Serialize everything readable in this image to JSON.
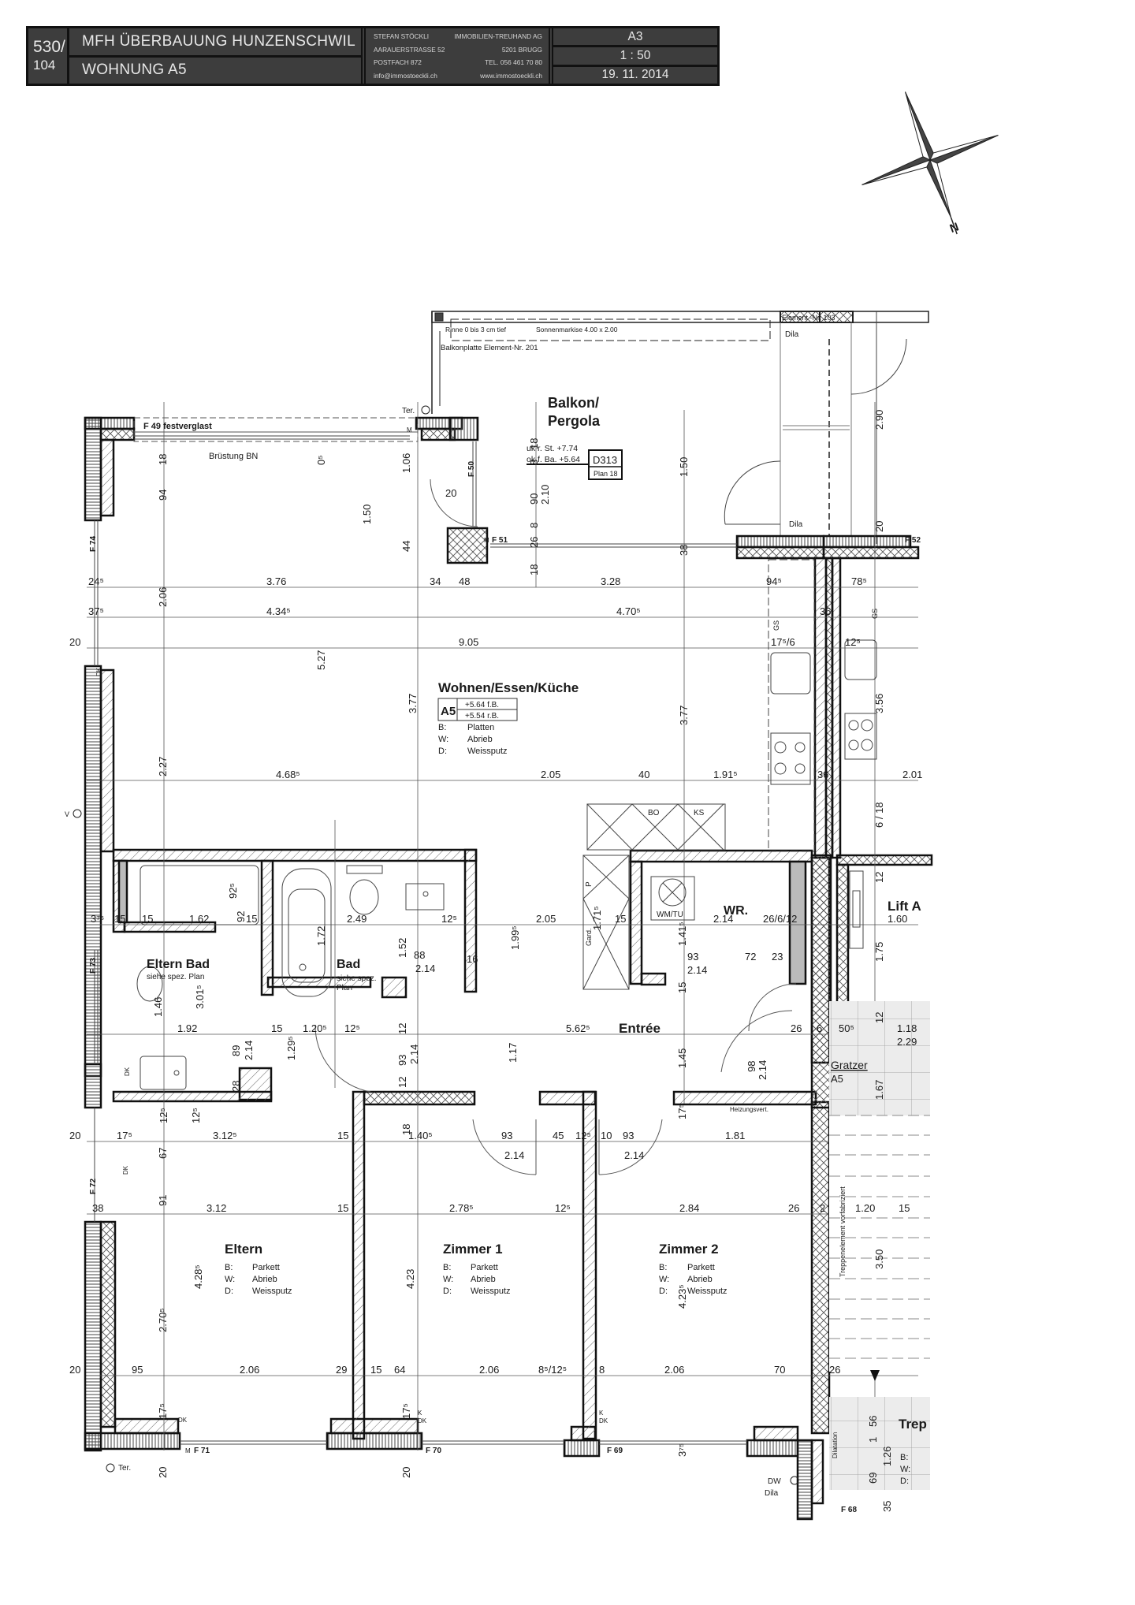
{
  "title_block": {
    "plan_number": "530/",
    "sheet_number": "104",
    "project": "MFH ÜBERBAUUNG HUNZENSCHWIL",
    "unit": "WOHNUNG  A5",
    "office": {
      "name": "STEFAN STÖCKLI",
      "company": "IMMOBILIEN-TREUHAND AG",
      "street": "AARAUERSTRASSE 52",
      "city": "5201 BRUGG",
      "po_box": "POSTFACH 872",
      "phone": "TEL. 056 461 70 80",
      "email": "info@immostoeckli.ch",
      "web": "www.immostoeckli.ch"
    },
    "paper_format": "A3",
    "scale": "1 : 50",
    "date": "19. 11. 2014"
  },
  "compass": {
    "icon": "north-arrow-icon",
    "label": "N"
  },
  "rooms": {
    "balkon": {
      "name_line1": "Balkon/",
      "name_line2": "Pergola",
      "note_uk": "uk r. St.  +7.74",
      "note_ok": "ok f. Ba. +5.64",
      "detail_ref": "D313",
      "detail_plan": "Plan 18"
    },
    "wohnen": {
      "name": "Wohnen/Essen/Küche",
      "code": "A5",
      "level_fb": "+5.64 f.B.",
      "level_rb": "+5.54 r.B.",
      "finishes": [
        {
          "k": "B:",
          "v": "Platten"
        },
        {
          "k": "W:",
          "v": "Abrieb"
        },
        {
          "k": "D:",
          "v": "Weissputz"
        }
      ]
    },
    "eltern_bad": {
      "name": "Eltern Bad",
      "note": "siehe spez. Plan"
    },
    "bad": {
      "name": "Bad",
      "note_line1": "siehe spez.",
      "note_line2": "Plan"
    },
    "wr": {
      "name": "WR.",
      "appliance": "WM/TU"
    },
    "entree": {
      "name": "Entrée"
    },
    "lift": {
      "name": "Lift A"
    },
    "gratzer": {
      "name": "Gratzer",
      "code": "A5"
    },
    "eltern": {
      "name": "Eltern",
      "finishes": [
        {
          "k": "B:",
          "v": "Parkett"
        },
        {
          "k": "W:",
          "v": "Abrieb"
        },
        {
          "k": "D:",
          "v": "Weissputz"
        }
      ]
    },
    "zimmer1": {
      "name": "Zimmer 1",
      "finishes": [
        {
          "k": "B:",
          "v": "Parkett"
        },
        {
          "k": "W:",
          "v": "Abrieb"
        },
        {
          "k": "D:",
          "v": "Weissputz"
        }
      ]
    },
    "zimmer2": {
      "name": "Zimmer 2",
      "finishes": [
        {
          "k": "B:",
          "v": "Parkett"
        },
        {
          "k": "W:",
          "v": "Abrieb"
        },
        {
          "k": "D:",
          "v": "Weissputz"
        }
      ]
    },
    "treppe": {
      "name": "Trep",
      "finishes": [
        "B:",
        "W:",
        "D:"
      ]
    }
  },
  "annotations": {
    "rinne": "Rinne 0 bis 3 cm tief",
    "sonnenmarkise": "Sonnenmarkise 4.00 x 2.00",
    "balkonplatte": "Balkonplatte Element-Nr. 201",
    "element_103": "Element -Nr. 103",
    "dila": "Dila",
    "ter": "Ter.",
    "bruestung": "Brüstung BN",
    "festverglast": "F 49  festverglast",
    "gs": "GS",
    "bo": "BO",
    "ks": "KS",
    "p": "P",
    "gard": "Gard.",
    "heizungsvert": "Heizungsvert.",
    "treppenelement": "Treppenelement vorfabriziert",
    "dilatation": "Dilatation",
    "dw": "DW",
    "dk": "DK",
    "k": "K",
    "m": "M",
    "v": "V"
  },
  "windows": [
    "F 49",
    "F 50",
    "F 51",
    "F 52",
    "F 68",
    "F 69",
    "F 70",
    "F 71",
    "F 72",
    "F 73",
    "F 74"
  ],
  "dimensions": {
    "top_row1": [
      "3.76",
      "34",
      "48",
      "3.28",
      "94⁵",
      "78⁵"
    ],
    "top_row2": [
      "4.34⁵",
      "4.70⁵",
      "36"
    ],
    "top_row3": [
      "9.05",
      "17⁵/6",
      "12⁵"
    ],
    "mid_row": [
      "4.68⁵",
      "2.05",
      "40",
      "1.91⁵",
      "36",
      "2.01"
    ],
    "wet_row": [
      "3⁷⁵",
      "15",
      "15",
      "1.62",
      "15",
      "2.49",
      "12⁵",
      "2.05",
      "15",
      "2.14",
      "26/6/12",
      "1.60"
    ],
    "entry_row": [
      "1.92",
      "15",
      "1.20⁵",
      "12⁵",
      "5.62⁵",
      "26",
      "6",
      "50⁵",
      "1.18",
      "2.29"
    ],
    "bed_row1": [
      "20",
      "17⁵",
      "3.12⁵",
      "15",
      "1.40⁵",
      "93",
      "45",
      "12⁵",
      "10",
      "93",
      "1.81"
    ],
    "bed_row2": [
      "38",
      "3.12",
      "15",
      "2.78⁵",
      "12⁵",
      "2.84",
      "26",
      "2",
      "1.20",
      "15"
    ],
    "bottom_row": [
      "20",
      "95",
      "2.06",
      "29",
      "15",
      "64",
      "2.06",
      "8⁵/12⁵",
      "8",
      "2.06",
      "70",
      "26"
    ],
    "vertical": [
      "2.06",
      "94",
      "18",
      "1.50",
      "1.06",
      "44",
      "20",
      "18",
      "8",
      "90",
      "2.10",
      "8",
      "26",
      "18",
      "1.50",
      "38",
      "5.27",
      "3.77",
      "3.77",
      "2.27",
      "2.90",
      "20",
      "3.56",
      "6 / 18",
      "12",
      "1.75",
      "12",
      "1.67",
      "1.99⁵",
      "1.71⁵",
      "1.41⁵",
      "15",
      "1.45",
      "1.17",
      "2.14",
      "93",
      "12",
      "12",
      "1.52",
      "1.72",
      "92",
      "92⁵",
      "3.01⁵",
      "1.46",
      "89",
      "2.14",
      "28",
      "1.29⁵",
      "12⁵",
      "12⁵",
      "67",
      "91",
      "2.70⁵",
      "4.28⁵",
      "4.23",
      "4.23⁵",
      "17⁵",
      "17⁵",
      "17⁵",
      "3⁷⁵",
      "20",
      "20",
      "18",
      "56",
      "1",
      "69",
      "1.26",
      "35",
      "3.50",
      "88",
      "2.14",
      "16",
      "93",
      "72",
      "23",
      "2.14",
      "98",
      "2.14",
      "37⁵",
      "24⁵",
      "20",
      "0⁵",
      "2.14",
      "2.14"
    ]
  }
}
